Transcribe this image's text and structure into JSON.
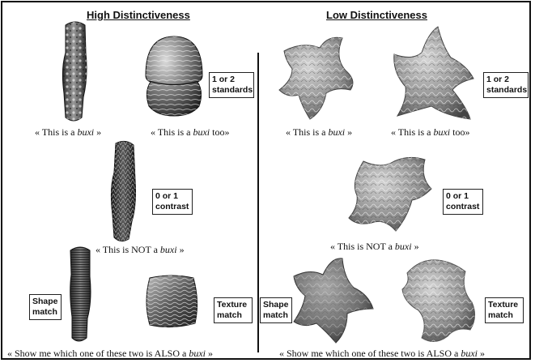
{
  "headings": {
    "left": "High Distinctiveness",
    "right": "Low Distinctiveness"
  },
  "captions": {
    "this_is": [
      "« This is a ",
      "buxi",
      " »"
    ],
    "this_is_too": [
      "« This is a ",
      "buxi",
      " too»"
    ],
    "this_is_not": [
      "« This is NOT a ",
      "buxi",
      " »"
    ],
    "show_me": [
      "« Show me which one of these two is ALSO a ",
      "buxi",
      " »"
    ]
  },
  "tags": {
    "standards": [
      "1 or 2",
      "standards"
    ],
    "contrast": [
      "0 or 1",
      "contrast"
    ],
    "shape_match": [
      "Shape",
      "match"
    ],
    "texture_match": [
      "Texture",
      "match"
    ]
  },
  "colors": {
    "border": "#111111",
    "object_dark": "#3a3a3a",
    "object_mid": "#8a8a8a",
    "object_light": "#c9c9c9"
  },
  "icons": {
    "cylinder": "textured-cylinder-object",
    "dome": "mushroom-dome-object",
    "spiky": "spiky-cylinder-object",
    "ribbed": "ribbed-cylinder-object",
    "cube": "textured-cube-object",
    "blob": "irregular-blob-object"
  }
}
